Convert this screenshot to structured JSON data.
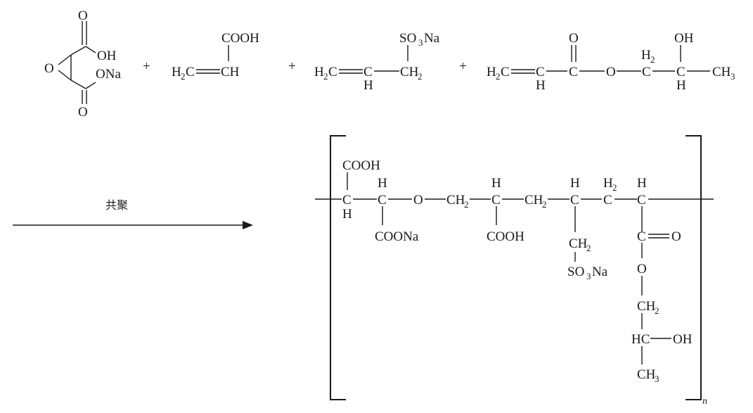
{
  "operators": {
    "plus": "+"
  },
  "arrow": {
    "label": "共聚"
  },
  "atoms": {
    "O": "O",
    "OH": "OH",
    "ONa": "ONa",
    "COOH": "COOH",
    "COONa": "COONa",
    "H": "H",
    "C": "C",
    "HC": "HC",
    "CH": "CH",
    "SO": "SO",
    "Na": "Na",
    "CH2": "CH",
    "H2C": "H",
    "H2Cc": "C"
  },
  "subscripts": {
    "two": "2",
    "three": "3"
  },
  "polymer": {
    "repeat_index": "n"
  }
}
